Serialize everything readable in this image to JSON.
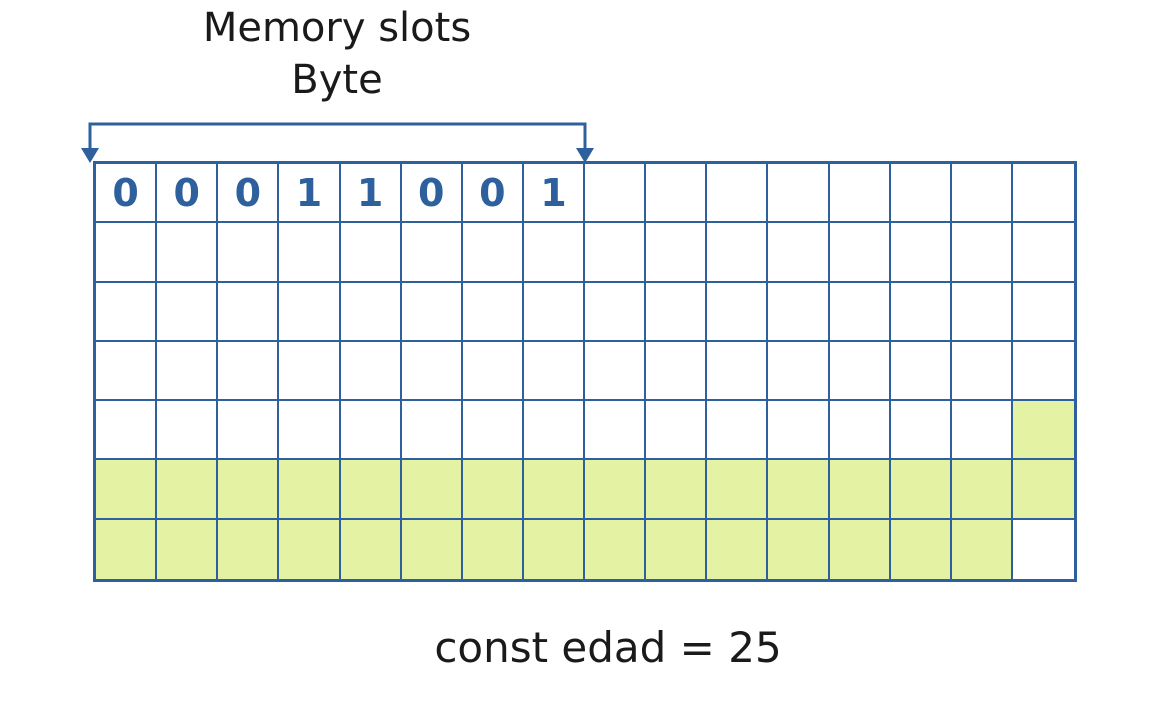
{
  "heading": {
    "line1": "Memory slots",
    "line2": "Byte"
  },
  "byte_bits": [
    "0",
    "0",
    "0",
    "1",
    "1",
    "0",
    "0",
    "1"
  ],
  "grid": {
    "columns": 16,
    "rows": 7,
    "occupied_slots": "row 5 col 16; all of rows 6; row 7 cols 1-15"
  },
  "colors": {
    "grid_line": "#2f609e",
    "bit_text": "#2f609e",
    "occupied_fill": "#e3f2a3",
    "text": "#1a1a1a"
  },
  "caption": "const edad = 25"
}
